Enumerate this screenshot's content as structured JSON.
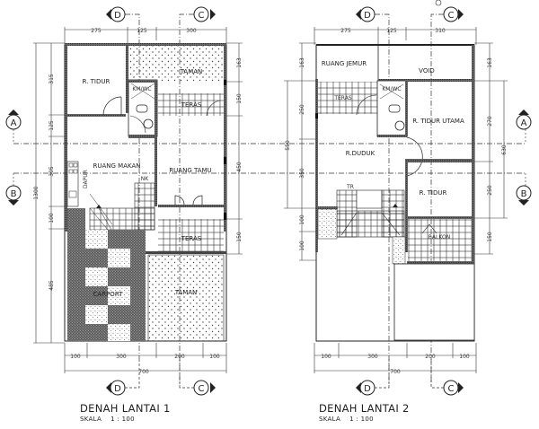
{
  "plans": [
    {
      "title": "DENAH LANTAI 1",
      "scale_label": "SKALA",
      "scale_value": "1  :  100",
      "rooms": {
        "r_tidur": "R. TIDUR",
        "km_wc": "KM/WC",
        "taman_top": "TAMAN",
        "teras_top": "TERAS",
        "dapur": "DAPUR",
        "ruang_makan": "RUANG MAKAN",
        "ruang_tamu": "RUANG TAMU",
        "nk": "NK",
        "teras_bottom": "TERAS",
        "carport": "CARPORT",
        "taman_bottom": "TAMAN"
      },
      "dims_top": [
        "275",
        "125",
        "300"
      ],
      "dims_bottom": [
        "100",
        "300",
        "200",
        "100"
      ],
      "dim_total_bottom": "700",
      "dims_left": [
        "315",
        "125",
        "305",
        "100",
        "485"
      ],
      "dim_total_left": "1300",
      "dims_right": [
        "163",
        "150",
        "450",
        "150"
      ],
      "axis_top": [
        "D",
        "C"
      ],
      "axis_bottom": [
        "D",
        "C"
      ],
      "axis_left": [
        "A",
        "B"
      ]
    },
    {
      "title": "DENAH LANTAI 2",
      "scale_label": "SKALA",
      "scale_value": "1  :  100",
      "rooms": {
        "ruang_jemur": "RUANG JEMUR",
        "void": "VOID",
        "teras": "TERAS",
        "km_wc": "KM/WC",
        "r_tidur_utama": "R. TIDUR UTAMA",
        "r_duduk": "R.DUDUK",
        "tr": "TR",
        "r_tidur": "R. TIDUR",
        "balkon": "BALKON"
      },
      "dims_top": [
        "275",
        "125",
        "310"
      ],
      "dims_bottom": [
        "100",
        "300",
        "200",
        "100"
      ],
      "dim_total_bottom": "700",
      "dims_left": [
        "163",
        "250",
        "350",
        "100",
        "100"
      ],
      "dim_total_left": "550",
      "dims_right": [
        "163",
        "270",
        "250",
        "150"
      ],
      "dim_total_right": "630",
      "axis_top": [
        "D",
        "C"
      ],
      "axis_bottom": [
        "D",
        "C"
      ],
      "axis_right": [
        "A",
        "B"
      ]
    }
  ]
}
